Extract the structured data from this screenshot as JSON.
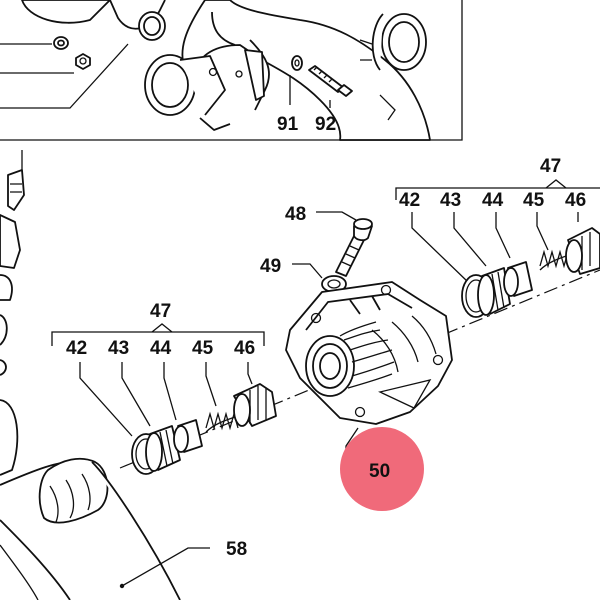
{
  "colors": {
    "highlight": "#f06a7a",
    "ink": "#111111"
  },
  "callouts": {
    "c91": "91",
    "c92": "92",
    "c48": "48",
    "c49": "49",
    "c47_right": "47",
    "c42_right": "42",
    "c43_right": "43",
    "c44_right": "44",
    "c45_right": "45",
    "c46_right": "46",
    "c47_left": "47",
    "c42_left": "42",
    "c43_left": "43",
    "c44_left": "44",
    "c45_left": "45",
    "c46_left": "46",
    "c50": "50",
    "c58": "58"
  },
  "highlighted_part": "50"
}
